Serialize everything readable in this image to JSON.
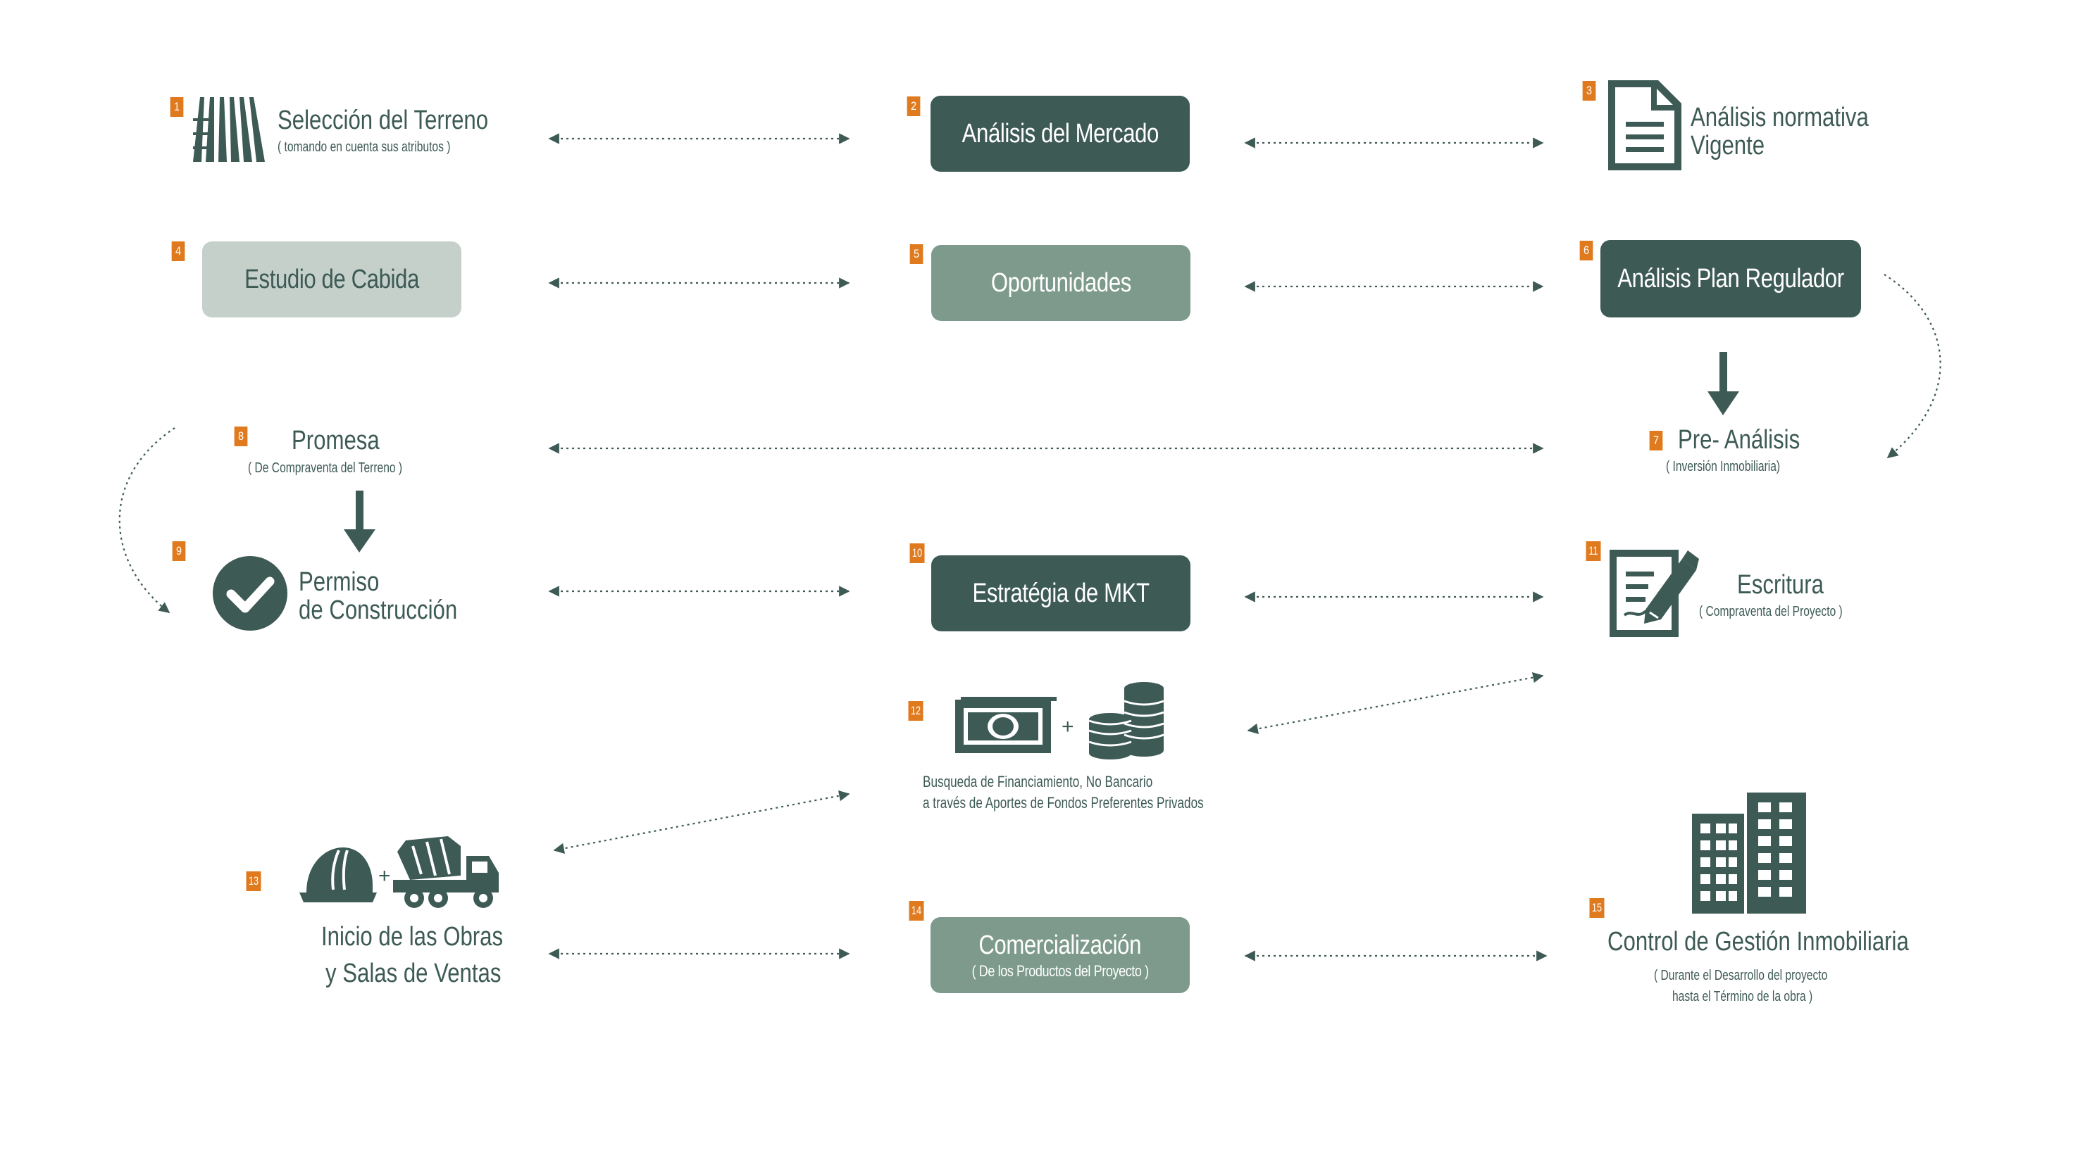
{
  "colors": {
    "dark_green": "#3d5a55",
    "mid_green": "#7d9a8c",
    "light_green": "#c5d0cb",
    "badge_orange": "#e07a1e"
  },
  "steps": {
    "s1": {
      "num": "1",
      "title": "Selección del Terreno",
      "subtitle": "( tomando en cuenta sus atributos )",
      "icon": "terrain-icon"
    },
    "s2": {
      "num": "2",
      "title": "Análisis del Mercado"
    },
    "s3": {
      "num": "3",
      "title_line1": "Análisis normativa",
      "title_line2": "Vigente",
      "icon": "document-icon"
    },
    "s4": {
      "num": "4",
      "title": "Estudio de Cabida"
    },
    "s5": {
      "num": "5",
      "title": "Oportunidades"
    },
    "s6": {
      "num": "6",
      "title": "Análisis Plan Regulador"
    },
    "s7": {
      "num": "7",
      "title": "Pre- Análisis",
      "subtitle": "( Inversión Inmobiliaria)"
    },
    "s8": {
      "num": "8",
      "title": "Promesa",
      "subtitle": "( De Compraventa del Terreno )"
    },
    "s9": {
      "num": "9",
      "title_line1": "Permiso",
      "title_line2": "de Construcción",
      "icon": "checkmark-icon"
    },
    "s10": {
      "num": "10",
      "title": "Estratégia de MKT"
    },
    "s11": {
      "num": "11",
      "title": "Escritura",
      "subtitle": "( Compraventa del Proyecto )",
      "icon": "contract-signing-icon"
    },
    "s12": {
      "num": "12",
      "plus": "+",
      "line1": "Busqueda de Financiamiento, No Bancario",
      "line2": "a través de Aportes de Fondos Preferentes Privados",
      "icons": [
        "banknote-icon",
        "coins-icon"
      ]
    },
    "s13": {
      "num": "13",
      "plus": "+",
      "title_line1": "Inicio de las Obras",
      "title_line2": "y Salas de Ventas",
      "icons": [
        "hard-hat-icon",
        "cement-truck-icon"
      ]
    },
    "s14": {
      "num": "14",
      "title": "Comercialización",
      "subtitle": "( De los Productos del Proyecto )"
    },
    "s15": {
      "num": "15",
      "title": "Control de Gestión Inmobiliaria",
      "subtitle_line1": "( Durante el Desarrollo del proyecto",
      "subtitle_line2": "hasta el Término de la obra )",
      "icon": "buildings-icon"
    }
  }
}
